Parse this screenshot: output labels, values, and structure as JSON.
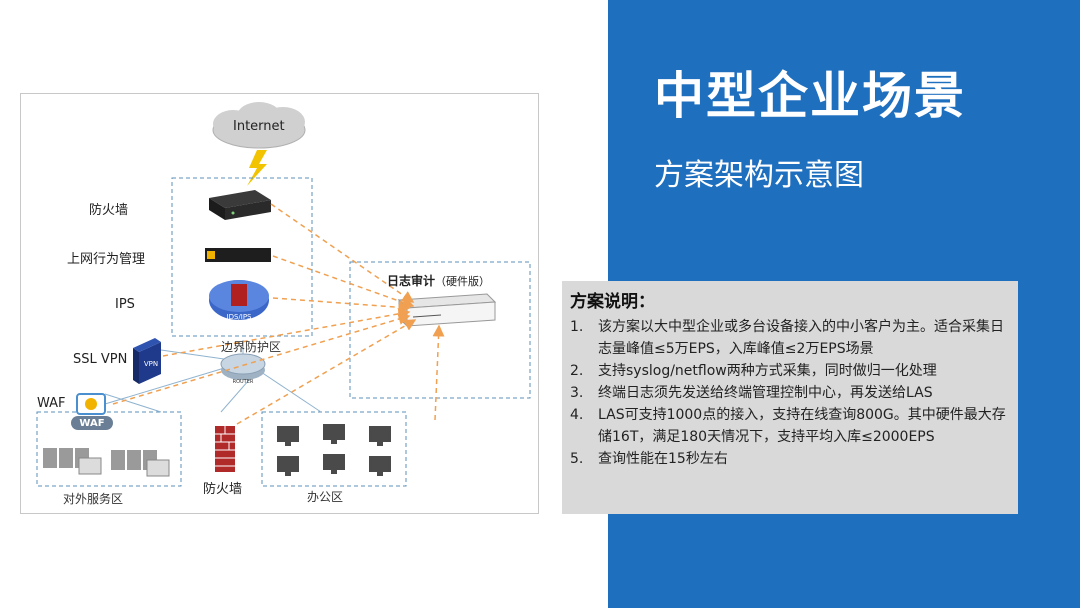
{
  "slide": {
    "title": "中型企业场景",
    "subtitle": "方案架构示意图"
  },
  "diagram": {
    "internet": "Internet",
    "firewall_label": "防火墙",
    "behavior_mgmt_label": "上网行为管理",
    "ips_label": "IPS",
    "ids_ips_icon_text": "IDS/IPS",
    "boundary_zone": "边界防护区",
    "log_audit_label": "日志审计",
    "log_audit_suffix": "（硬件版）",
    "ssl_vpn_label": "SSL VPN",
    "vpn_icon_text": "VPN",
    "router_icon_text": "ROUTER",
    "waf_label": "WAF",
    "waf_badge": "WAF",
    "external_zone": "对外服务区",
    "firewall_bottom_label": "防火墙",
    "office_zone": "办公区"
  },
  "description": {
    "title": "方案说明：",
    "items": [
      {
        "num": "1.",
        "text": "该方案以大中型企业或多台设备接入的中小客户为主。适合采集日志量峰值≤5万EPS，入库峰值≤2万EPS场景"
      },
      {
        "num": "2.",
        "text": "支持syslog/netflow两种方式采集，同时做归一化处理"
      },
      {
        "num": "3.",
        "text": "终端日志须先发送给终端管理控制中心，再发送给LAS"
      },
      {
        "num": "4.",
        "text": "LAS可支持1000点的接入，支持在线查询800G。其中硬件最大存储16T，满足180天情况下，支持平均入库≤2000EPS"
      },
      {
        "num": "5.",
        "text": "查询性能在15秒左右"
      }
    ]
  },
  "colors": {
    "panel_blue": "#1f6fbf",
    "arrow_orange": "#f0a050",
    "zone_border": "#5b8fb8",
    "description_bg": "#d9d9d9"
  }
}
